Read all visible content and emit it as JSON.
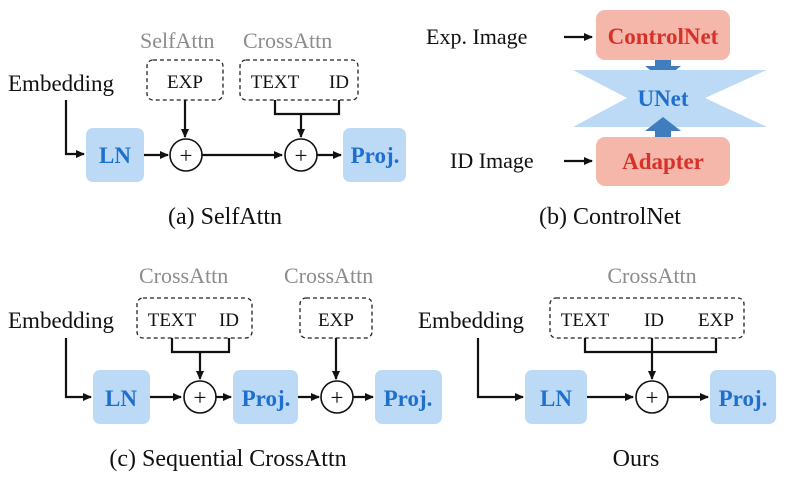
{
  "panel_a": {
    "group_label_selfattn": "SelfAttn",
    "group_label_crossattn": "CrossAttn",
    "embedding": "Embedding",
    "exp": "EXP",
    "text": "TEXT",
    "id": "ID",
    "ln": "LN",
    "plus1": "+",
    "plus2": "+",
    "proj": "Proj.",
    "caption": "(a) SelfAttn"
  },
  "panel_b": {
    "exp_image": "Exp. Image",
    "id_image": "ID Image",
    "controlnet": "ControlNet",
    "unet": "UNet",
    "adapter": "Adapter",
    "caption": "(b) ControlNet"
  },
  "panel_c": {
    "group_label_1": "CrossAttn",
    "group_label_2": "CrossAttn",
    "embedding": "Embedding",
    "text": "TEXT",
    "id": "ID",
    "exp": "EXP",
    "ln": "LN",
    "plus1": "+",
    "plus2": "+",
    "proj1": "Proj.",
    "proj2": "Proj.",
    "caption": "(c) Sequential CrossAttn"
  },
  "panel_d": {
    "group_label": "CrossAttn",
    "embedding": "Embedding",
    "text": "TEXT",
    "id": "ID",
    "exp": "EXP",
    "ln": "LN",
    "plus": "+",
    "proj": "Proj.",
    "caption": "Ours"
  },
  "colors": {
    "blue_box": "#bcdaf6",
    "blue_text": "#1f6fcf",
    "red_box": "#f6b7ab",
    "red_text": "#d6322a",
    "gray_text": "#8c8c8c"
  }
}
